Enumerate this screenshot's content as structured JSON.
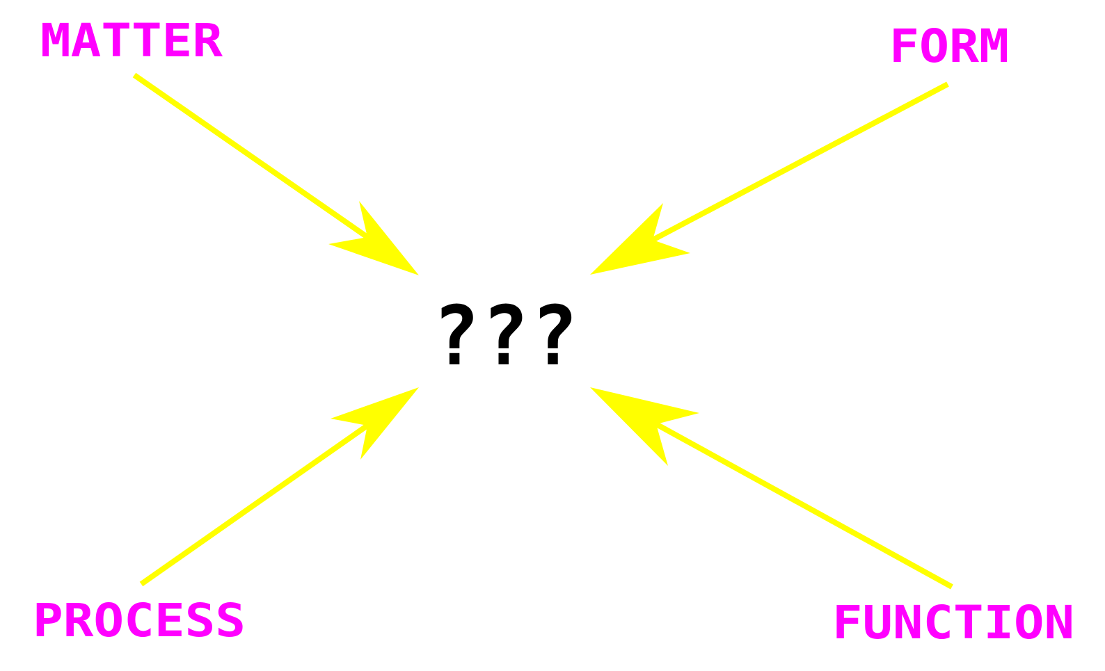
{
  "colors": {
    "label": "#ff00ff",
    "arrow": "#ffff00",
    "center": "#000000",
    "background": "#ffffff"
  },
  "labels": {
    "top_left": "MATTER",
    "top_right": "FORM",
    "bottom_left": "PROCESS",
    "bottom_right": "FUNCTION"
  },
  "center": {
    "text": "???"
  }
}
